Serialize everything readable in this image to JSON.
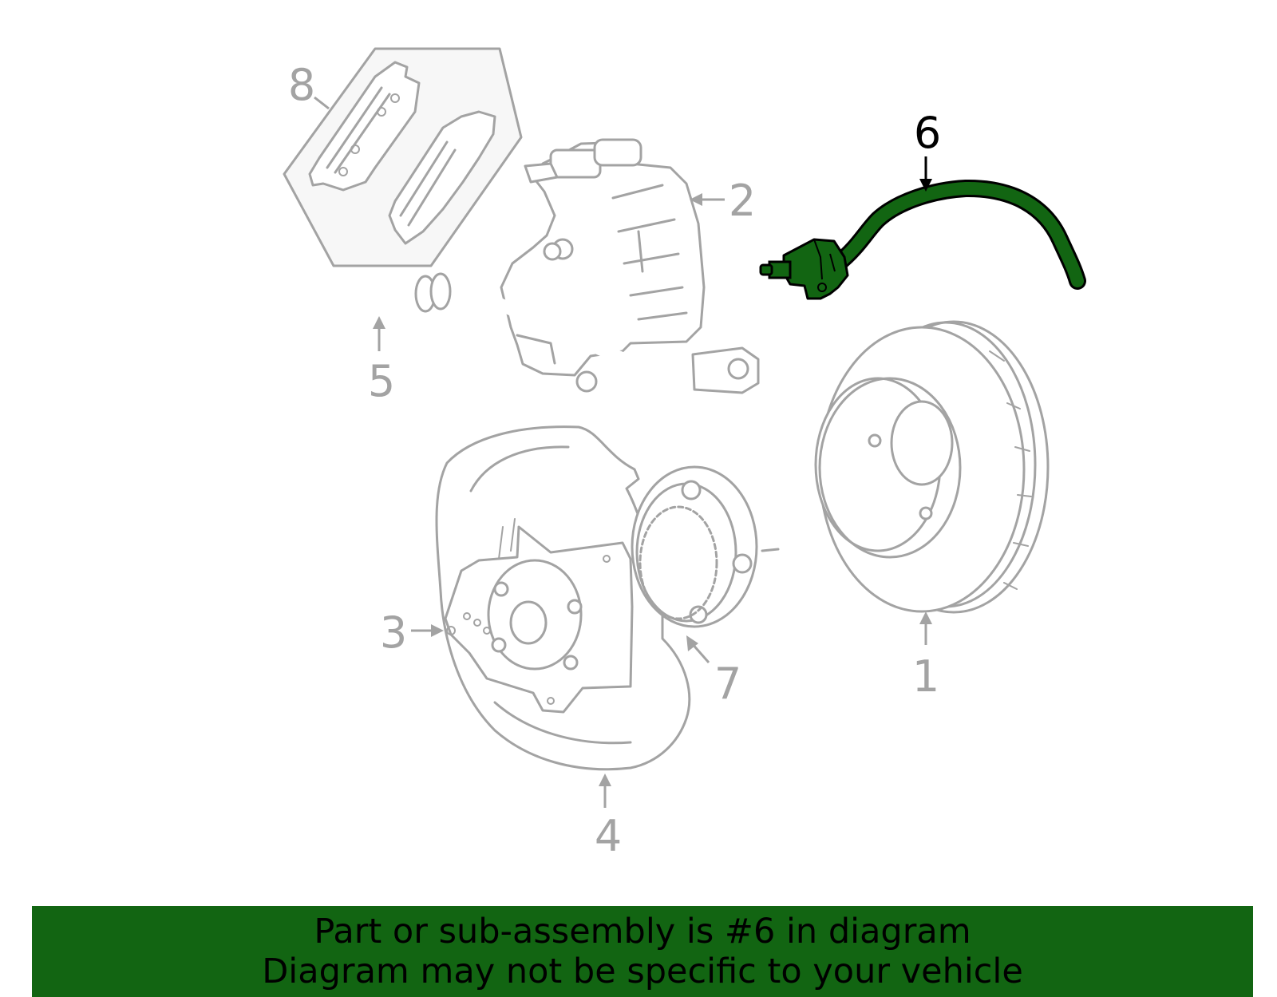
{
  "diagram": {
    "highlight_color": "#126512",
    "part_color": "#a3a3a3",
    "highlighted_callout": "6",
    "callouts": {
      "c1": "1",
      "c2": "2",
      "c3": "3",
      "c4": "4",
      "c5": "5",
      "c6": "6",
      "c7": "7",
      "c8": "8"
    }
  },
  "banner": {
    "background": "#126512",
    "line1": "Part or sub-assembly is #6 in diagram",
    "line2": "Diagram may not be specific to your vehicle"
  }
}
